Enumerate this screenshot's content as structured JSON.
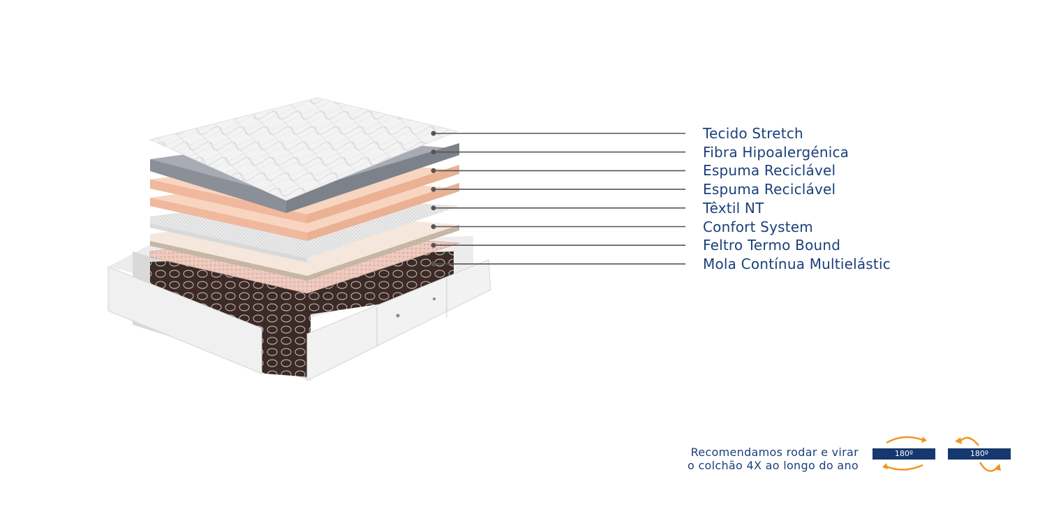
{
  "layers": [
    {
      "label": "Tecido Stretch"
    },
    {
      "label": "Fibra Hipoalergénica"
    },
    {
      "label": "Espuma Reciclável"
    },
    {
      "label": "Espuma Reciclável"
    },
    {
      "label": "Têxtil NT"
    },
    {
      "label": "Confort System"
    },
    {
      "label": "Feltro Termo Bound"
    },
    {
      "label": "Mola Contínua Multielástic"
    }
  ],
  "recommendation": {
    "line1": "Recomendamos rodar e virar",
    "line2": "o colchão 4X ao longo do ano"
  },
  "badges": [
    {
      "label": "180º",
      "icon": "rotate-horizontal-icon"
    },
    {
      "label": "180º",
      "icon": "flip-vertical-icon"
    }
  ],
  "colors": {
    "text": "#1b3f7a",
    "badge": "#15386e",
    "arrow": "#f0961e",
    "leader_line": "#555555"
  }
}
